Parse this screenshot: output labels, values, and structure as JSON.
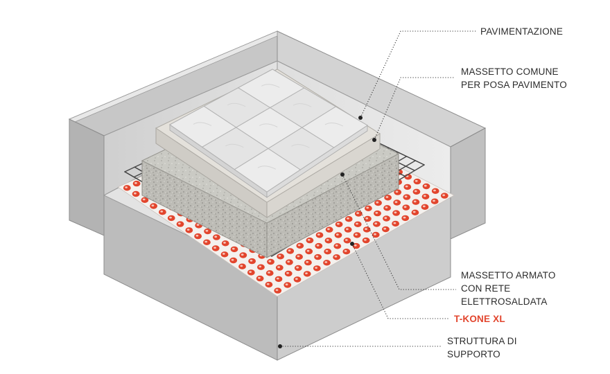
{
  "labels": {
    "pavimentazione": "PAVIMENTAZIONE",
    "massetto_comune_1": "MASSETTO COMUNE",
    "massetto_comune_2": "PER POSA PAVIMENTO",
    "massetto_armato_1": "MASSETTO ARMATO",
    "massetto_armato_2": "CON RETE",
    "massetto_armato_3": "ELETTROSALDATA",
    "tkone": "T-KONE XL",
    "struttura_1": "STRUTTURA DI",
    "struttura_2": "SUPPORTO"
  },
  "membrane_brand": "T-KONE",
  "colors": {
    "accent": "#e2452d",
    "wall": "#d9d9d9",
    "slab": "#e3e3e3",
    "membrane": "#f4f1ee",
    "screed": "#bdbcb6",
    "tile": "#eaeaea"
  }
}
